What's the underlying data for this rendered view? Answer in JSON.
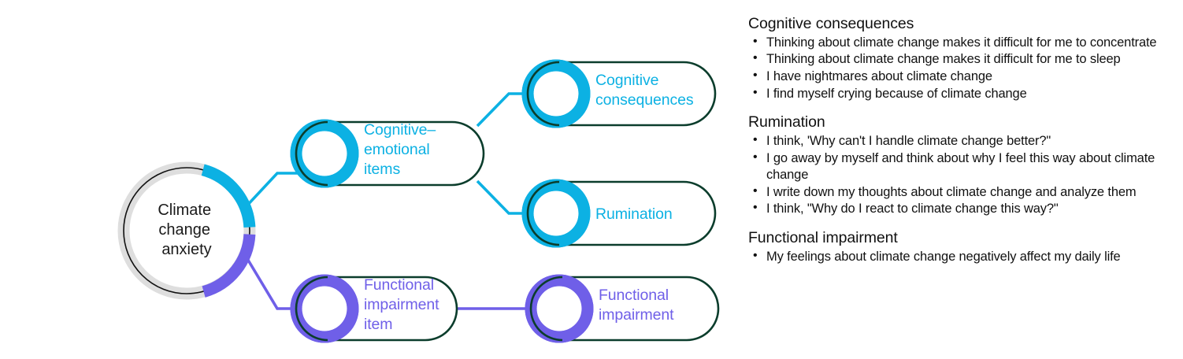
{
  "colors": {
    "cyan": "#0CB1E3",
    "purple": "#6F5FE8",
    "dark_green": "#0B3D2C",
    "gray_arc": "#D9D9D9",
    "black_ring": "#111111",
    "text_black": "#111111"
  },
  "center": {
    "name": "center-node",
    "lines": [
      "Climate",
      "change",
      "anxiety"
    ]
  },
  "nodes": {
    "cognitive_emotional": {
      "lines": [
        "Cognitive–",
        "emotional",
        "items"
      ],
      "accent": "cyan"
    },
    "cognitive_consequences": {
      "lines": [
        "Cognitive",
        "consequences"
      ],
      "accent": "cyan"
    },
    "rumination": {
      "lines": [
        "Rumination"
      ],
      "accent": "cyan"
    },
    "functional_impairment_item": {
      "lines": [
        "Functional",
        "impairment",
        "item"
      ],
      "accent": "purple"
    },
    "functional_impairment": {
      "lines": [
        "Functional",
        "impairment"
      ],
      "accent": "purple"
    }
  },
  "legend": {
    "groups": [
      {
        "heading": "Cognitive consequences",
        "items": [
          "Thinking about climate change makes it difficult for me to concentrate",
          "Thinking about climate change makes it difficult for me to sleep",
          "I have nightmares about climate change",
          "I find myself crying because of climate change"
        ]
      },
      {
        "heading": "Rumination",
        "items": [
          "I think, 'Why can't I handle climate change better?\"",
          "I go away by myself and think about why I feel this way about climate change",
          "I write down my thoughts about climate change and analyze them",
          "I think, \"Why do I react to climate change this way?\""
        ]
      },
      {
        "heading": "Functional impairment",
        "items": [
          "My feelings about climate change negatively affect my daily life"
        ]
      }
    ]
  }
}
